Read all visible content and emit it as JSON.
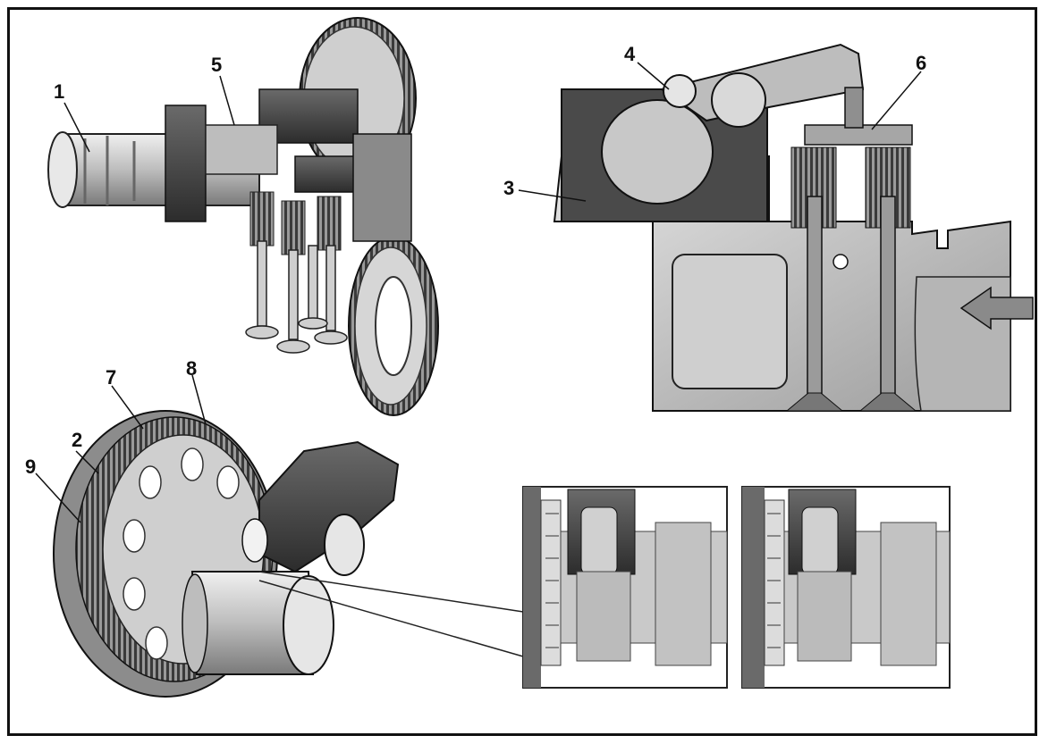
{
  "figure": {
    "callouts": [
      {
        "id": "c1",
        "label": "1"
      },
      {
        "id": "c2",
        "label": "2"
      },
      {
        "id": "c3",
        "label": "3"
      },
      {
        "id": "c4",
        "label": "4"
      },
      {
        "id": "c5",
        "label": "5"
      },
      {
        "id": "c6",
        "label": "6"
      },
      {
        "id": "c7",
        "label": "7"
      },
      {
        "id": "c8",
        "label": "8"
      },
      {
        "id": "c9",
        "label": "9"
      }
    ],
    "colors": {
      "line": "#111111",
      "metal_light": "#d9d9d9",
      "metal_mid": "#a8a8a8",
      "metal_dark": "#5a5a5a",
      "block_dark": "#3b3b3b"
    }
  }
}
